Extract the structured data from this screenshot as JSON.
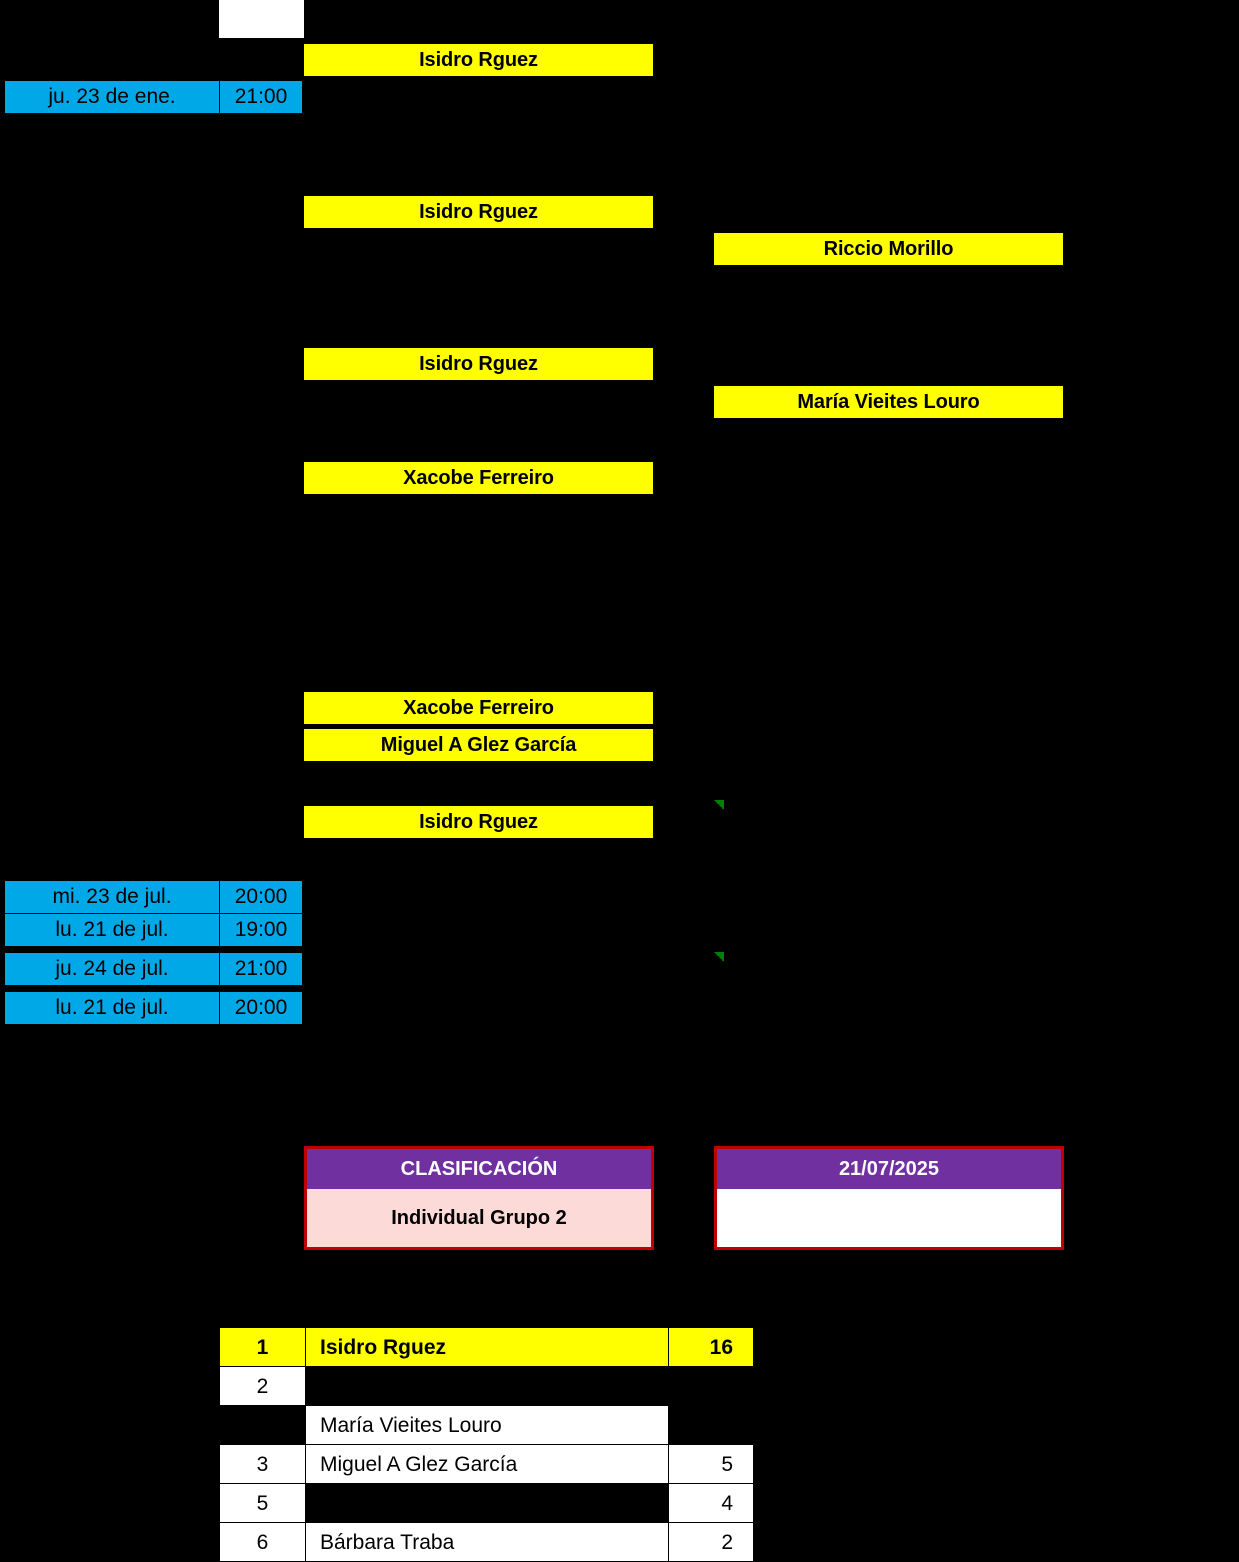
{
  "bracket": {
    "blank_cell": "",
    "plates": [
      {
        "name": "Isidro Rguez"
      },
      {
        "name": "Isidro Rguez"
      },
      {
        "name": "Riccio Morillo"
      },
      {
        "name": "Isidro Rguez"
      },
      {
        "name": "María Vieites Louro"
      },
      {
        "name": "Xacobe Ferreiro"
      },
      {
        "name": "Xacobe Ferreiro"
      },
      {
        "name": "Miguel A Glez García"
      },
      {
        "name": "Isidro Rguez"
      }
    ]
  },
  "schedule": {
    "top": {
      "date": "ju. 23 de ene.",
      "time": "21:00"
    },
    "rows": [
      {
        "date": "mi. 23 de jul.",
        "time": "20:00"
      },
      {
        "date": "lu. 21 de jul.",
        "time": "19:00"
      },
      {
        "date": "ju. 24 de jul.",
        "time": "21:00"
      },
      {
        "date": "lu. 21 de jul.",
        "time": "20:00"
      }
    ]
  },
  "classification": {
    "title": "CLASIFICACIÓN",
    "subtitle": "Individual Grupo 2",
    "date": "21/07/2025",
    "date_body": "",
    "rows": [
      {
        "rank": "1",
        "name": "Isidro Rguez",
        "points": "16"
      },
      {
        "rank": "2",
        "name": "",
        "points": ""
      },
      {
        "rank": "",
        "name": "María Vieites Louro",
        "points": ""
      },
      {
        "rank": "3",
        "name": "Miguel A Glez García",
        "points": "5"
      },
      {
        "rank": "5",
        "name": "",
        "points": "4"
      },
      {
        "rank": "6",
        "name": "Bárbara Traba",
        "points": "2"
      }
    ]
  },
  "colors": {
    "highlight": "#FFFF00",
    "schedule": "#00A8E8",
    "header_purple": "#7030A0",
    "header_border": "#C00000",
    "subtitle_fill": "#FBDAD7",
    "background": "#000000",
    "comment_marker": "#008000"
  }
}
